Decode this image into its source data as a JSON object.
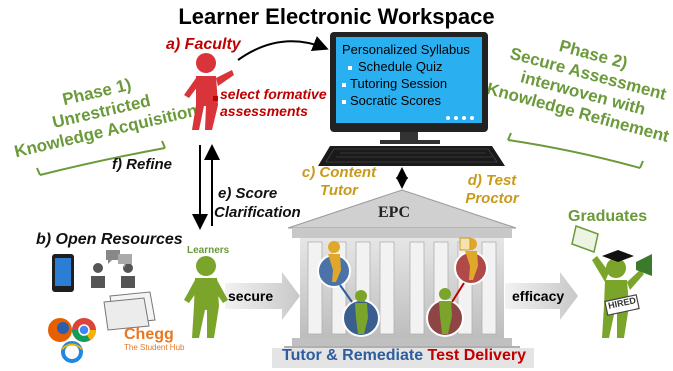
{
  "title": "Learner Electronic Workspace",
  "phase1": {
    "line1": "Phase 1)",
    "line2": "Unrestricted",
    "line3": "Knowledge Acquisition"
  },
  "phase2": {
    "line1": "Phase 2)",
    "line2": "Secure Assessment",
    "line3": "interwoven with",
    "line4": "Knowledge Refinement"
  },
  "faculty": "a) Faculty",
  "select": {
    "line1": "select formative",
    "line2": "assessments"
  },
  "screen_items": [
    "Personalized Syllabus",
    "Schedule Quiz",
    "Tutoring Session",
    "Socratic Scores"
  ],
  "content_tutor": {
    "line1": "c) Content",
    "line2": "Tutor"
  },
  "test_proctor": {
    "line1": "d) Test",
    "line2": "Proctor"
  },
  "refine": "f) Refine",
  "score": {
    "line1": "e) Score",
    "line2": "Clarification"
  },
  "open_resources": "b) Open Resources",
  "learners": "Learners",
  "epc": "EPC",
  "secure": "secure",
  "efficacy": "efficacy",
  "graduates": "Graduates",
  "hired": "HIRED",
  "chegg": {
    "brand": "Chegg",
    "sub": "The Student Hub"
  },
  "tutor_remediate": "Tutor & Remediate",
  "test_delivery": "Test Delivery",
  "colors": {
    "green": "#6a9a3a",
    "red": "#c00000",
    "gold": "#c99a1a",
    "blue": "#2e5d9e",
    "screen": "#2ab0f0"
  }
}
